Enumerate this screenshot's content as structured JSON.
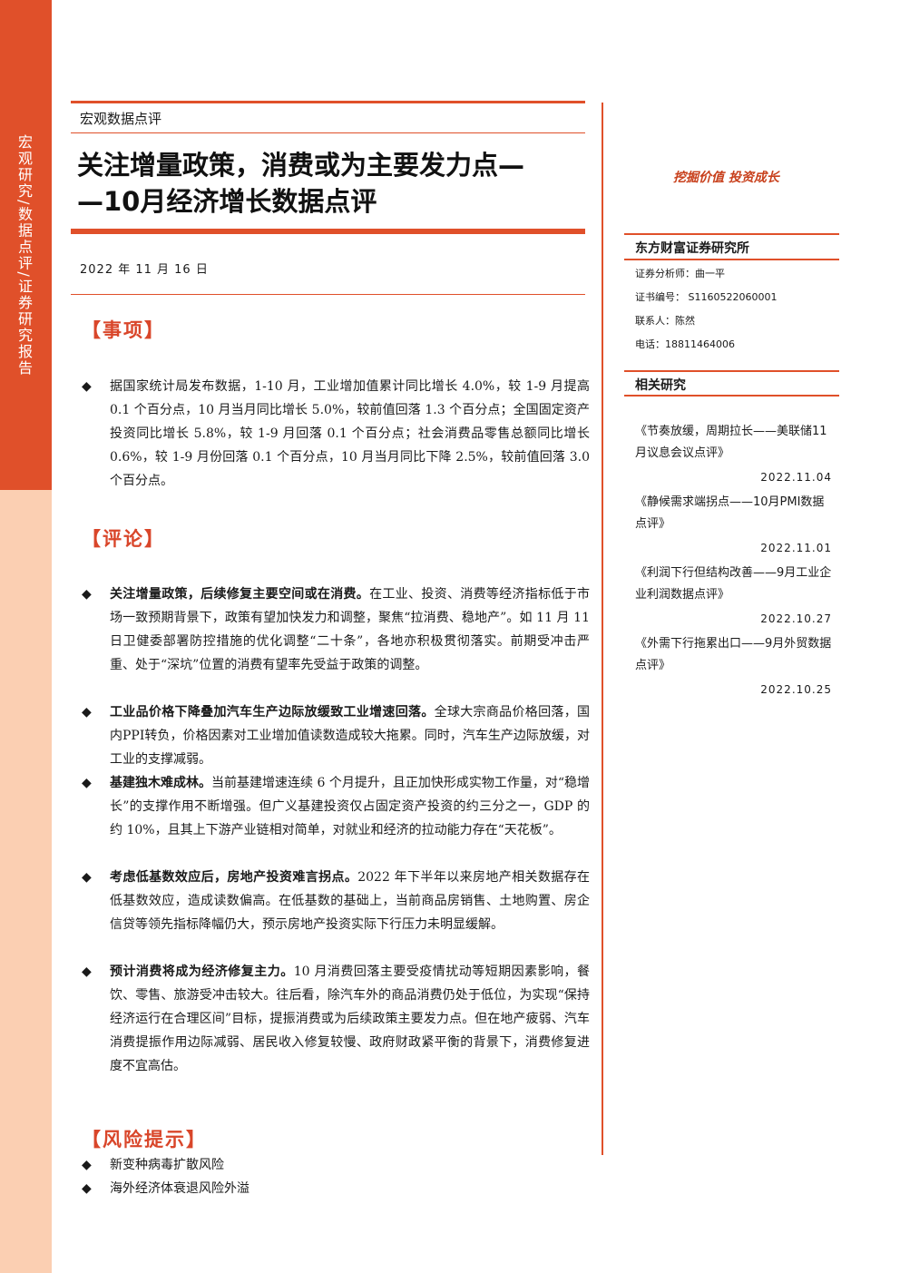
{
  "sidebar": {
    "label": "宏观研究/数据点评/证券研究报告"
  },
  "header": {
    "category": "宏观数据点评",
    "title_line1": "关注增量政策，消费或为主要发力点—",
    "title_line2": "—10月经济增长数据点评",
    "date": "2022 年 11 月 16 日"
  },
  "right": {
    "slogan": "挖掘价值 投资成长",
    "institution": "东方财富证券研究所",
    "analyst": "证券分析师：曲一平",
    "cert": "证书编号： S1160522060001",
    "contact": "联系人：陈然",
    "phone": "电话：18811464006",
    "related_heading": "相关研究",
    "related": [
      {
        "title": "《节奏放缓，周期拉长——美联储11月议息会议点评》",
        "date": "2022.11.04"
      },
      {
        "title": "《静候需求端拐点——10月PMI数据点评》",
        "date": "2022.11.01"
      },
      {
        "title": "《利润下行但结构改善——9月工业企业利润数据点评》",
        "date": "2022.10.27"
      },
      {
        "title": "《外需下行拖累出口——9月外贸数据点评》",
        "date": "2022.10.25"
      }
    ]
  },
  "sections": {
    "matter_heading": "【事项】",
    "matter_text": "据国家统计局发布数据，1-10 月，工业增加值累计同比增长 4.0%，较 1-9 月提高 0.1 个百分点，10 月当月同比增长 5.0%，较前值回落 1.3 个百分点；全国固定资产投资同比增长 5.8%，较 1-9 月回落 0.1 个百分点；社会消费品零售总额同比增长 0.6%，较 1-9 月份回落 0.1 个百分点，10 月当月同比下降 2.5%，较前值回落 3.0 个百分点。",
    "comment_heading": "【评论】",
    "comments": [
      {
        "bold": "关注增量政策，后续修复主要空间或在消费。",
        "text": "在工业、投资、消费等经济指标低于市场一致预期背景下，政策有望加快发力和调整，聚焦“拉消费、稳地产”。如 11 月 11 日卫健委部署防控措施的优化调整“二十条”，各地亦积极贯彻落实。前期受冲击严重、处于“深坑”位置的消费有望率先受益于政策的调整。"
      },
      {
        "bold": "工业品价格下降叠加汽车生产边际放缓致工业增速回落。",
        "text": "全球大宗商品价格回落，国内PPI转负，价格因素对工业增加值读数造成较大拖累。同时，汽车生产边际放缓，对工业的支撑减弱。"
      },
      {
        "bold": "基建独木难成林。",
        "text": "当前基建增速连续 6 个月提升，且正加快形成实物工作量，对“稳增长”的支撑作用不断增强。但广义基建投资仅占固定资产投资的约三分之一，GDP 的约 10%，且其上下游产业链相对简单，对就业和经济的拉动能力存在“天花板”。"
      },
      {
        "bold": "考虑低基数效应后，房地产投资难言拐点。",
        "text": "2022 年下半年以来房地产相关数据存在低基数效应，造成读数偏高。在低基数的基础上，当前商品房销售、土地购置、房企信贷等领先指标降幅仍大，预示房地产投资实际下行压力未明显缓解。"
      },
      {
        "bold": "预计消费将成为经济修复主力。",
        "text": "10 月消费回落主要受疫情扰动等短期因素影响，餐饮、零售、旅游受冲击较大。往后看，除汽车外的商品消费仍处于低位，为实现“保持经济运行在合理区间”目标，提振消费或为后续政策主要发力点。但在地产疲弱、汽车消费提振作用边际减弱、居民收入修复较慢、政府财政紧平衡的背景下，消费修复进度不宜高估。"
      }
    ],
    "risk_heading": "【风险提示】",
    "risks": [
      "新变种病毒扩散风险",
      "海外经济体衰退风险外溢"
    ],
    "bullet": "◆"
  }
}
